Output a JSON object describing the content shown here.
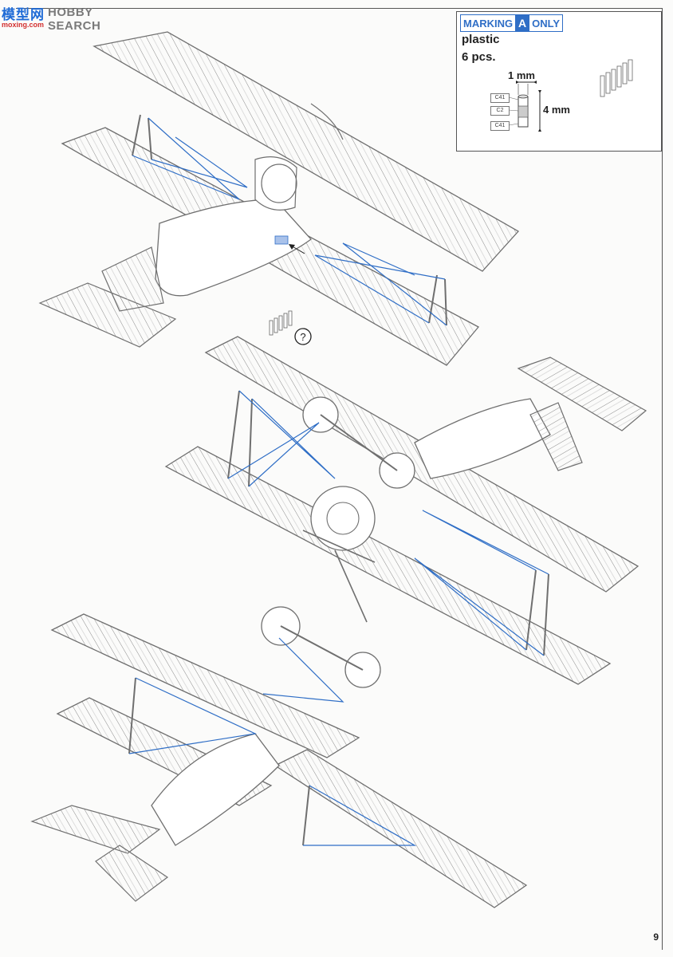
{
  "watermark": {
    "site_cn": "模型网",
    "brand": "HOBBY SEARCH",
    "domain": "moxing.com"
  },
  "callout": {
    "marking_word": "MARKING",
    "marking_letter": "A",
    "only_word": "ONLY",
    "material": "plastic",
    "quantity": "6 pcs.",
    "width_dim": "1 mm",
    "height_dim": "4 mm",
    "part_tags": [
      "C41",
      "C2",
      "C41"
    ]
  },
  "step_symbol": "?",
  "page_number": "9",
  "colors": {
    "rigging": "#2f6ec6",
    "linework": "#7d7d7d",
    "accent": "#2f6ec6"
  }
}
